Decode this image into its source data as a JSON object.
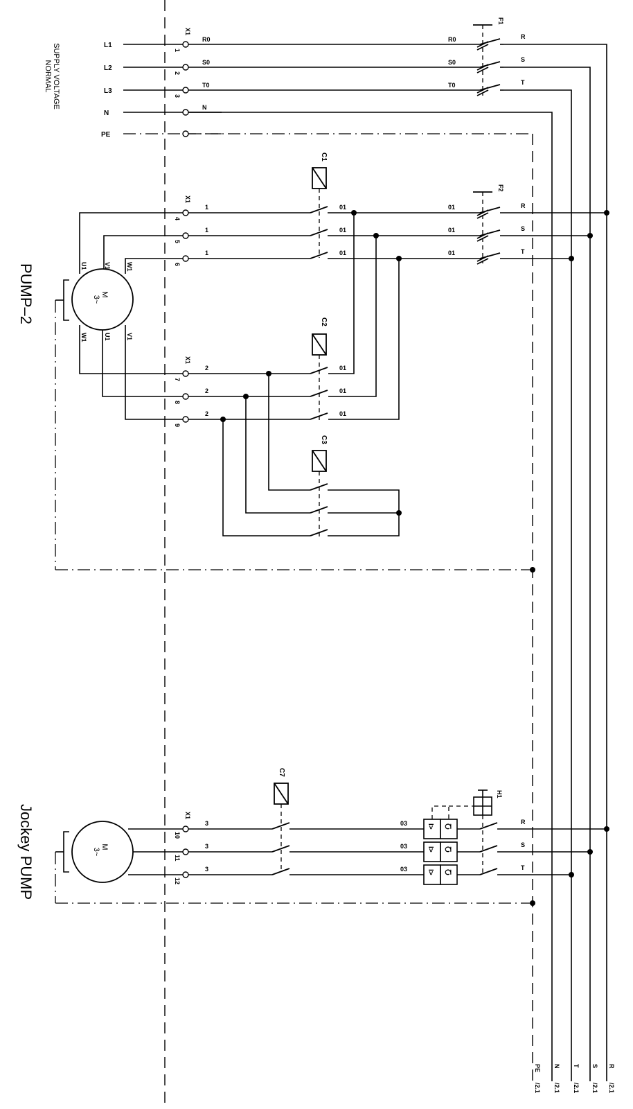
{
  "supply": {
    "heading_line1": "NORMAL",
    "heading_line2": "SUPPLY VOLTAGE",
    "lines": [
      "L1",
      "L2",
      "L3",
      "N",
      "PE"
    ],
    "main_conductors": [
      "R0",
      "S0",
      "T0",
      "N"
    ]
  },
  "terminal_strip": {
    "name": "X1",
    "terminals": [
      "1",
      "2",
      "3",
      "4",
      "5",
      "6",
      "7",
      "8",
      "9",
      "10",
      "11",
      "12"
    ]
  },
  "fuses": {
    "f1": "F1",
    "f2": "F2"
  },
  "contactors": {
    "c1": "C1",
    "c2": "C2",
    "c3": "C3",
    "c7": "C7"
  },
  "overload_relay": {
    "name": "H1",
    "symbol_thermal": "I>",
    "symbol_magnetic": "Ⴀ"
  },
  "wire_labels": {
    "w1": "1",
    "w2": "2",
    "w3": "3",
    "w01": "01",
    "w03": "03",
    "phase_r": "R",
    "phase_s": "S",
    "phase_t": "T"
  },
  "motor_pump2": {
    "title": "PUMP–2",
    "symbol_letter": "M",
    "symbol_phase": "3~",
    "terminals_top": [
      "U1",
      "V1",
      "W1"
    ],
    "terminals_bottom": [
      "W1",
      "U1",
      "V1"
    ]
  },
  "motor_jockey": {
    "title": "Jockey  PUMP",
    "symbol_letter": "M",
    "symbol_phase": "3~"
  },
  "page_references": {
    "conductors": [
      "PE",
      "N",
      "T",
      "S",
      "R"
    ],
    "ref": "/2.1"
  },
  "colors": {
    "ink": "#000000",
    "paper": "#ffffff"
  }
}
